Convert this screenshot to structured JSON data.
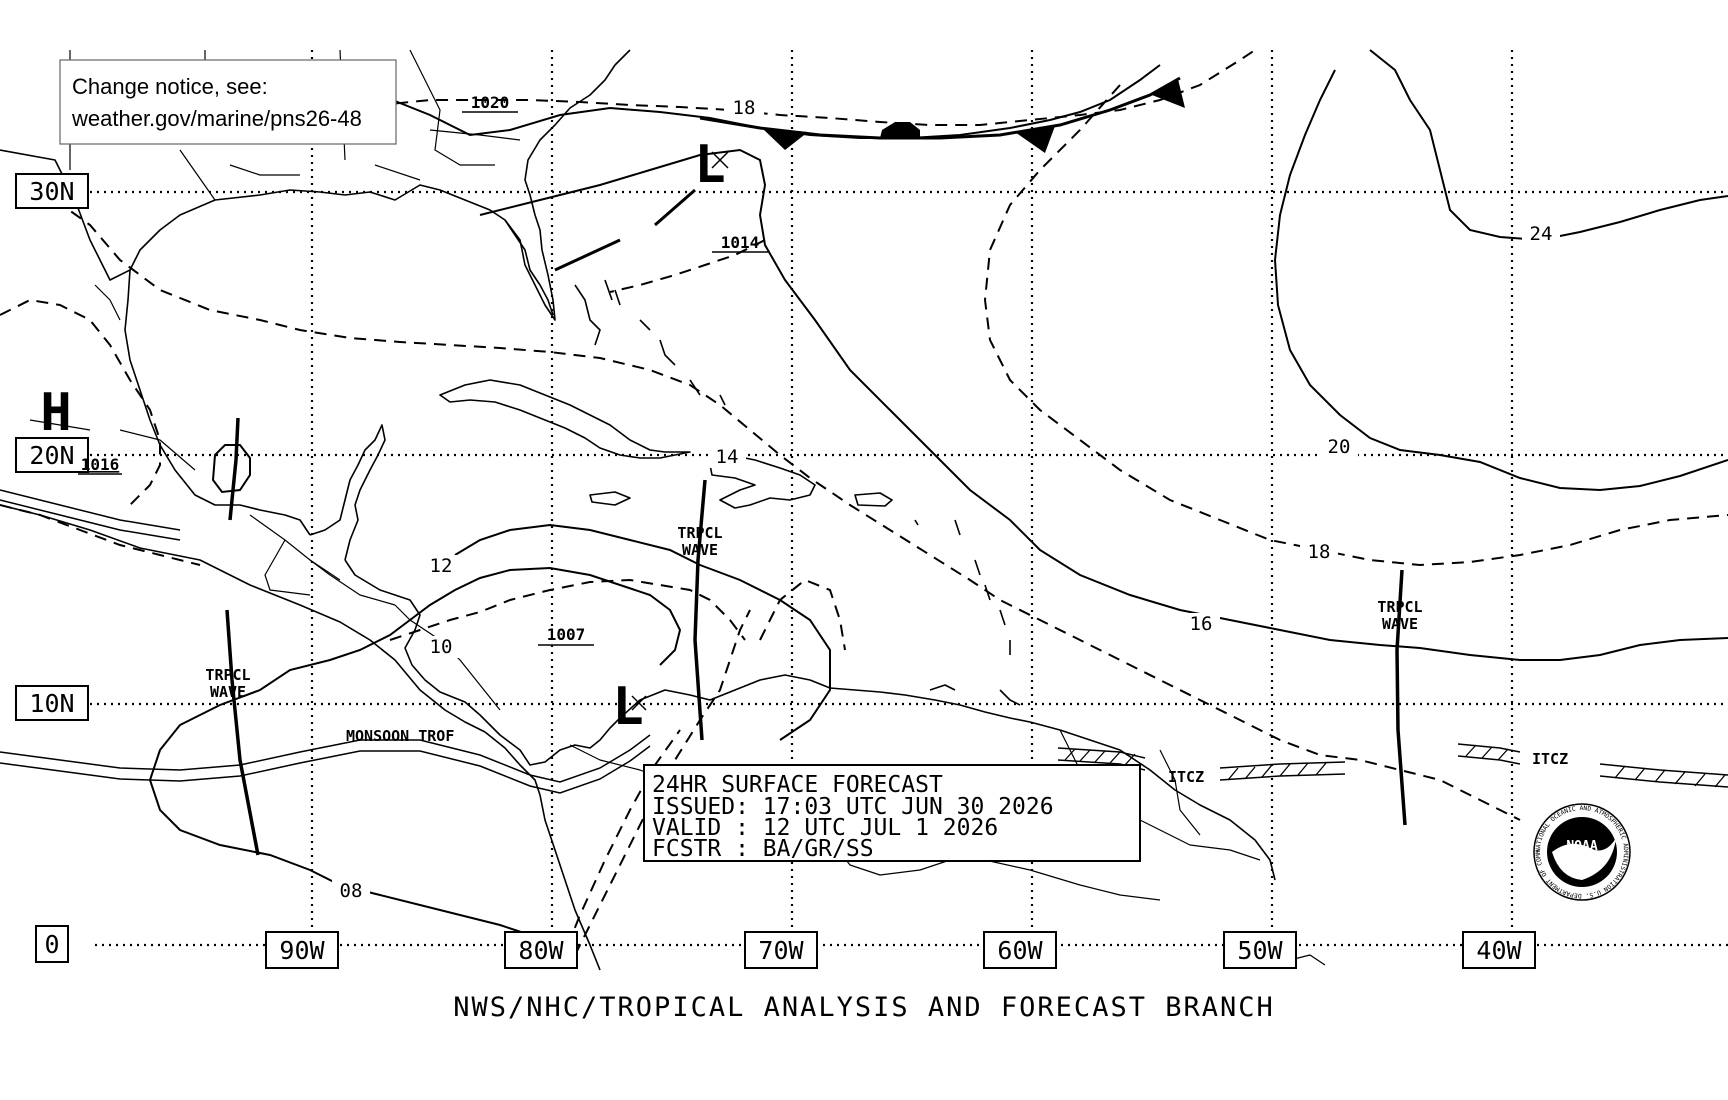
{
  "notice": {
    "line1": "Change notice, see:",
    "line2": "weather.gov/marine/pns26-48"
  },
  "latitude_labels": [
    "30N",
    "20N",
    "10N",
    "0"
  ],
  "longitude_labels": [
    "90W",
    "80W",
    "70W",
    "60W",
    "50W",
    "40W"
  ],
  "pressure_centers": {
    "high": {
      "letter": "H",
      "value": "1016"
    },
    "low_north": {
      "letter": "L",
      "value": "1014"
    },
    "low_south": {
      "letter": "L",
      "value": "1007"
    },
    "ridge_label": "1020"
  },
  "isobar_labels": [
    "18",
    "24",
    "14",
    "20",
    "18",
    "16",
    "12",
    "10",
    "08"
  ],
  "features": {
    "tropical_wave": "TRPCL\nWAVE",
    "tropical_wave_line1": "TRPCL",
    "tropical_wave_line2": "WAVE",
    "monsoon_trough": "MONSOON TROF",
    "itcz": "ITCZ"
  },
  "forecast_box": {
    "line1": "24HR SURFACE FORECAST",
    "line2": "ISSUED: 17:03 UTC JUN 30 2026",
    "line3": "VALID : 12 UTC JUL 1 2026",
    "line4": "FCSTR : BA/GR/SS"
  },
  "footer": "NWS/NHC/TROPICAL ANALYSIS AND FORECAST BRANCH",
  "logo": {
    "name": "noaa-logo",
    "text": "NOAA",
    "ring_text": "NATIONAL OCEANIC AND ATMOSPHERIC ADMINISTRATION U.S. DEPARTMENT OF COMMERCE"
  }
}
